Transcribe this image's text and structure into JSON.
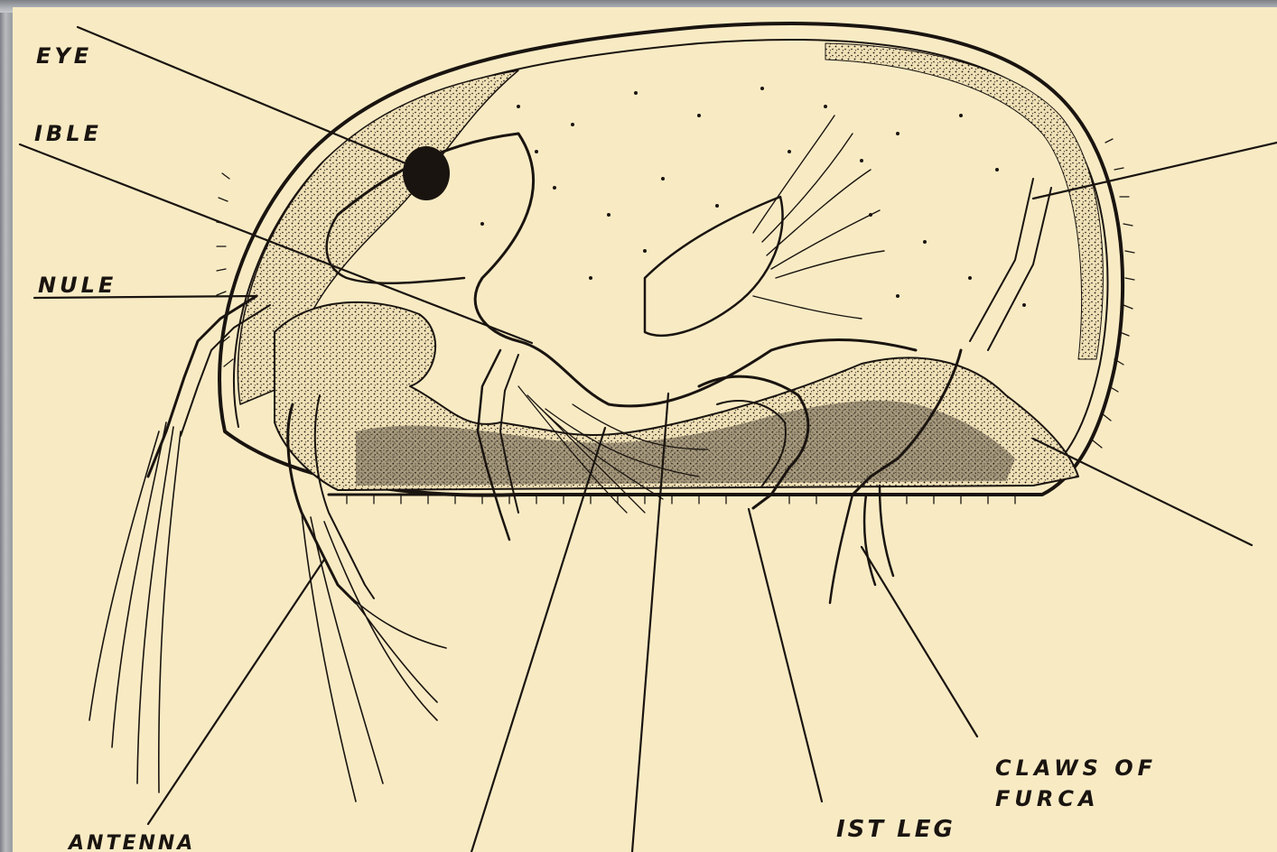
{
  "labels": {
    "eye": "EYE",
    "mandible": "IBLE",
    "antennule": "NULE",
    "antenna": "ANTENNA",
    "claws_line1": "CLAWS OF",
    "claws_line2": "FURCA",
    "first_leg": "IST LEG"
  },
  "colors": {
    "paper": "#f8ebc4",
    "ink": "#1a1410",
    "frame": "#9da0a4"
  }
}
